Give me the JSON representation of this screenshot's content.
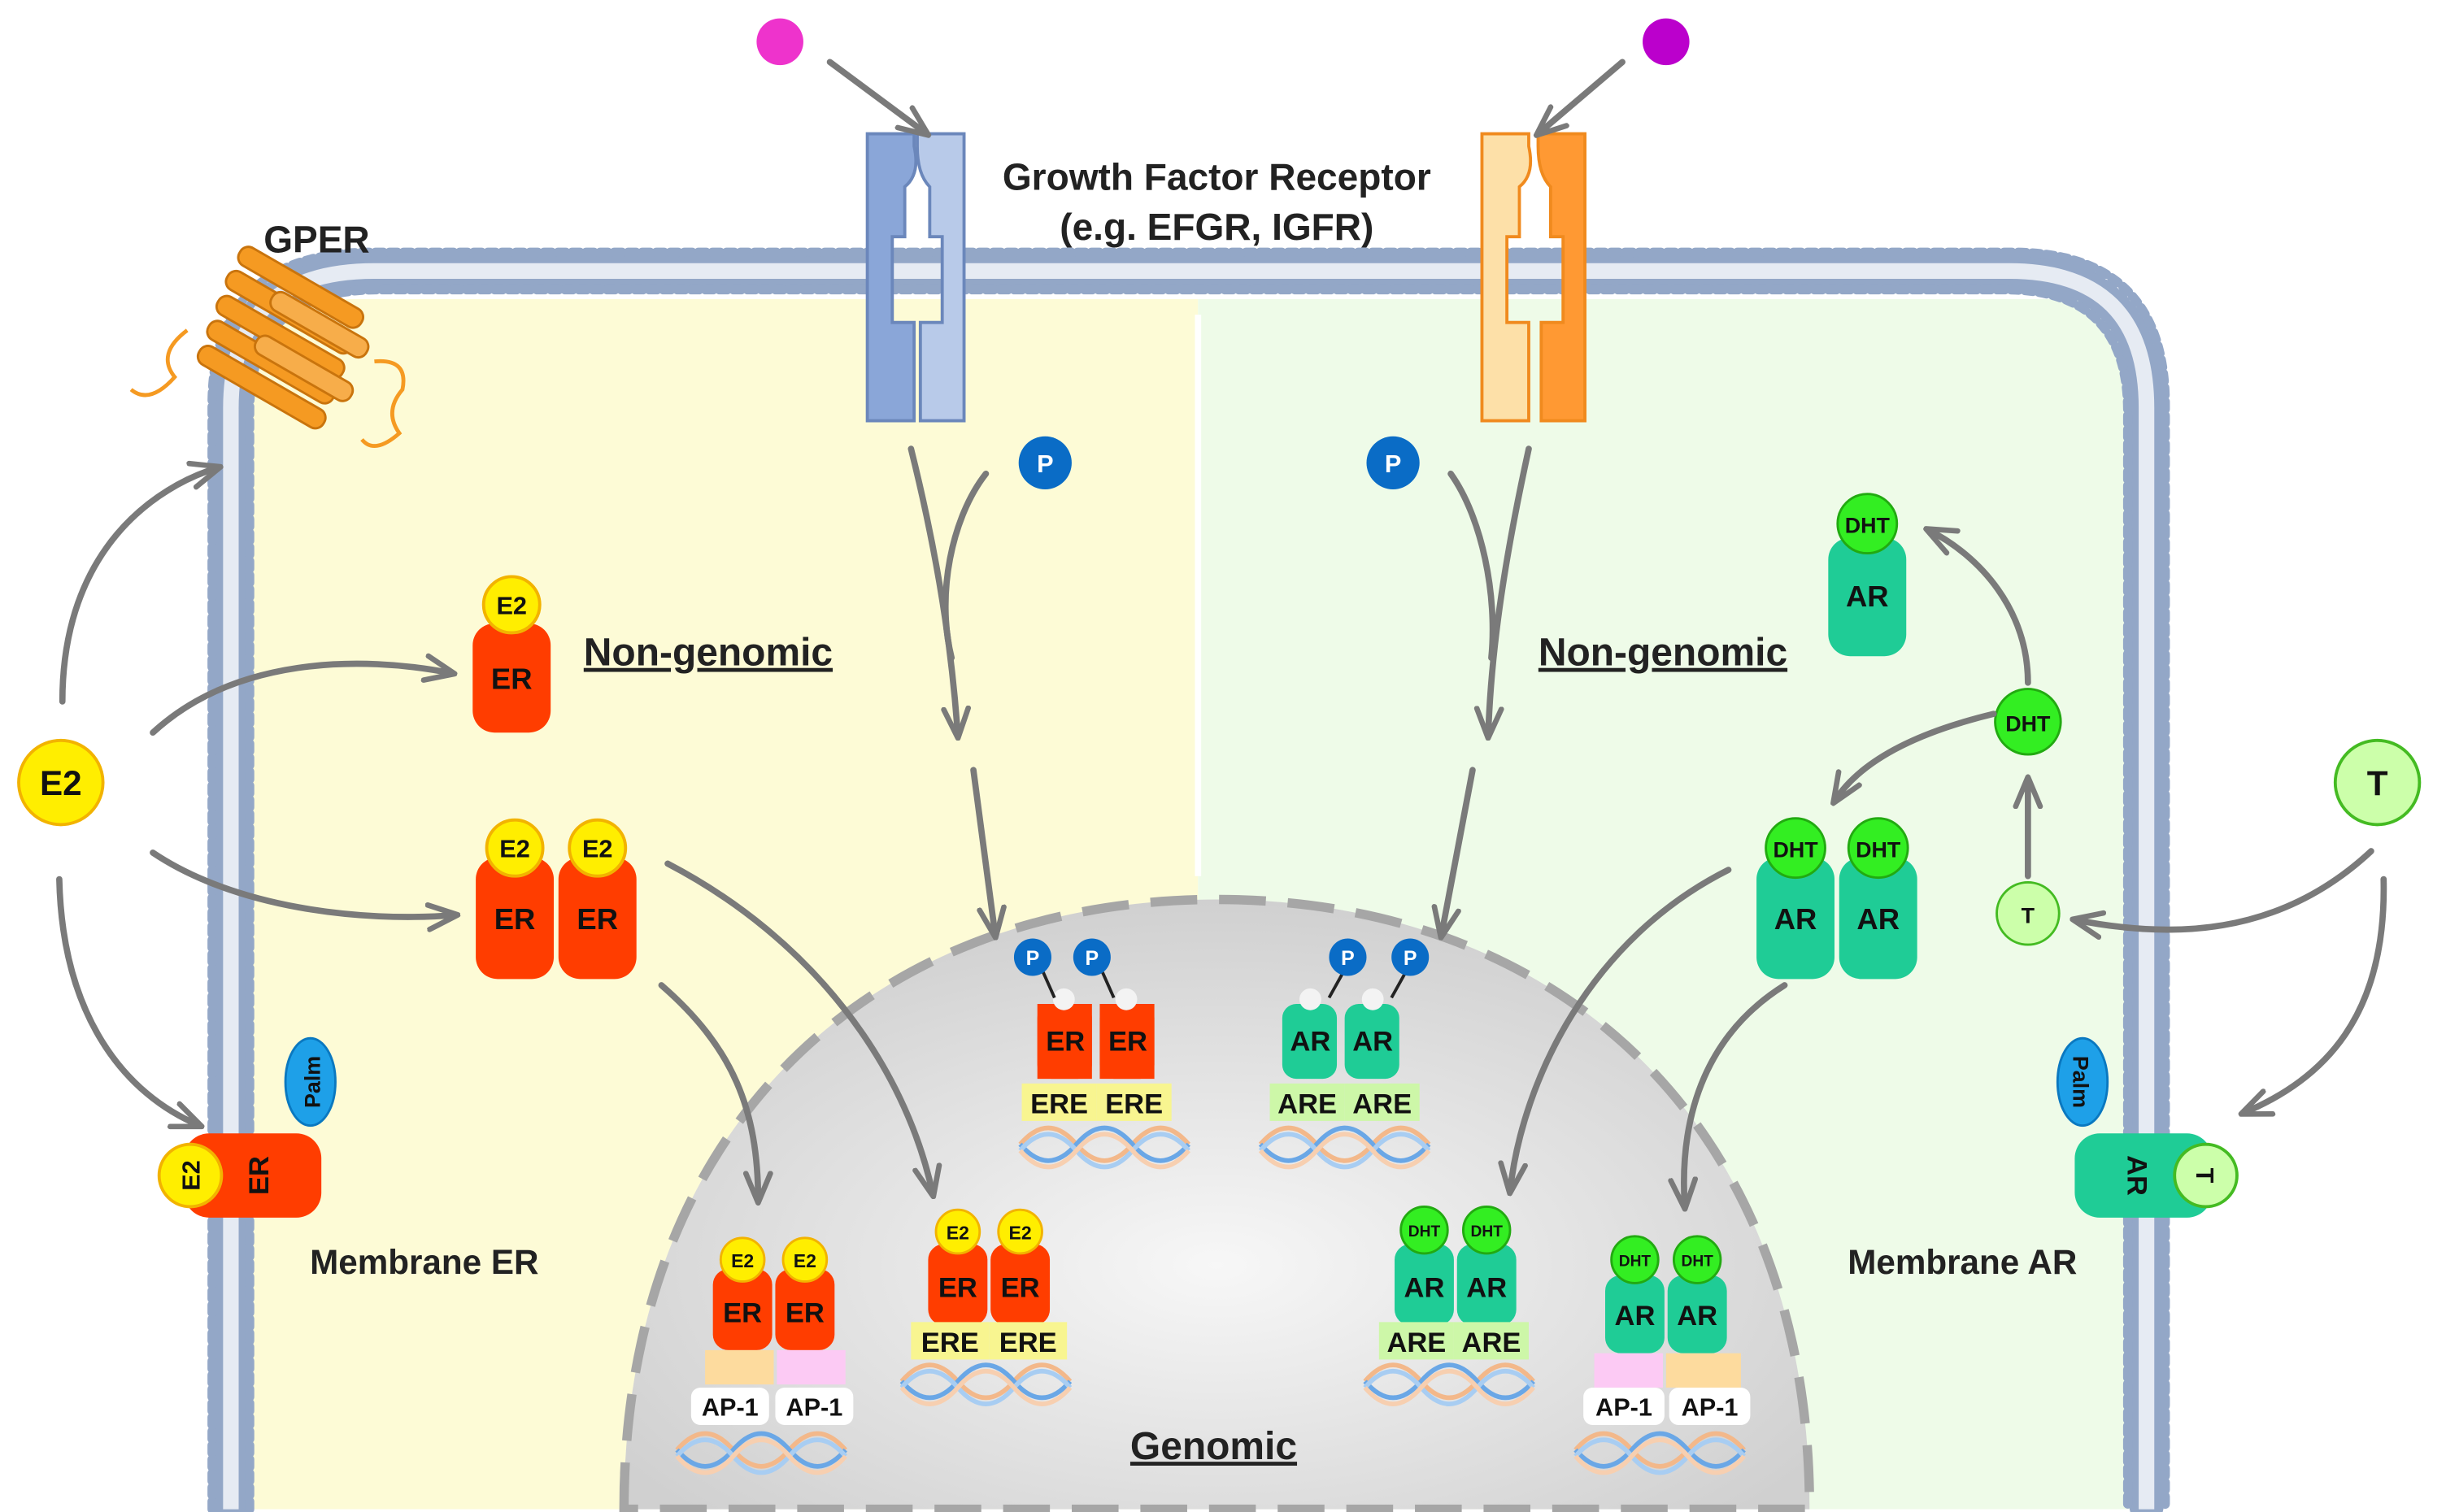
{
  "labels": {
    "gf_receptor": "Growth Factor Receptor",
    "gf_examples": "(e.g. EFGR, IGFR)",
    "gper": "GPER",
    "non_genomic": "Non-genomic",
    "genomic": "Genomic",
    "membrane_er": "Membrane ER",
    "membrane_ar": "Membrane AR",
    "e2": "E2",
    "er": "ER",
    "palm": "Palm",
    "p": "P",
    "ere": "ERE",
    "ar": "AR",
    "are": "ARE",
    "ap1": "AP-1",
    "dht": "DHT",
    "t": "T"
  },
  "colors": {
    "er_red": "#ff3d00",
    "e2_yellow": "#ffee00",
    "ar_teal": "#1fcc96",
    "dht_green": "#33ee22",
    "t_pale_green": "#ccffaa",
    "palm_blue": "#1ea0e8",
    "phospho_blue": "#0a6cc6",
    "arrow_gray": "#7a7a7a",
    "er_region": "#fdfbd6",
    "ar_region": "#eefbe8",
    "receptor_blue": "#8aa6d8",
    "receptor_orange": "#ff9933",
    "gper_orange": "#f59a22",
    "ligand_pink": "#ee33cc",
    "ligand_purple": "#bb00cc",
    "ere_box": "#f8f590",
    "are_box": "#cdf7a8",
    "ap1_peach": "#fddb9e",
    "ap1_pink": "#fccaf4"
  },
  "icons": [
    "ligand-dot",
    "growth-factor-receptor",
    "gper-seven-helix",
    "dna-helix",
    "membrane-bilayer"
  ]
}
